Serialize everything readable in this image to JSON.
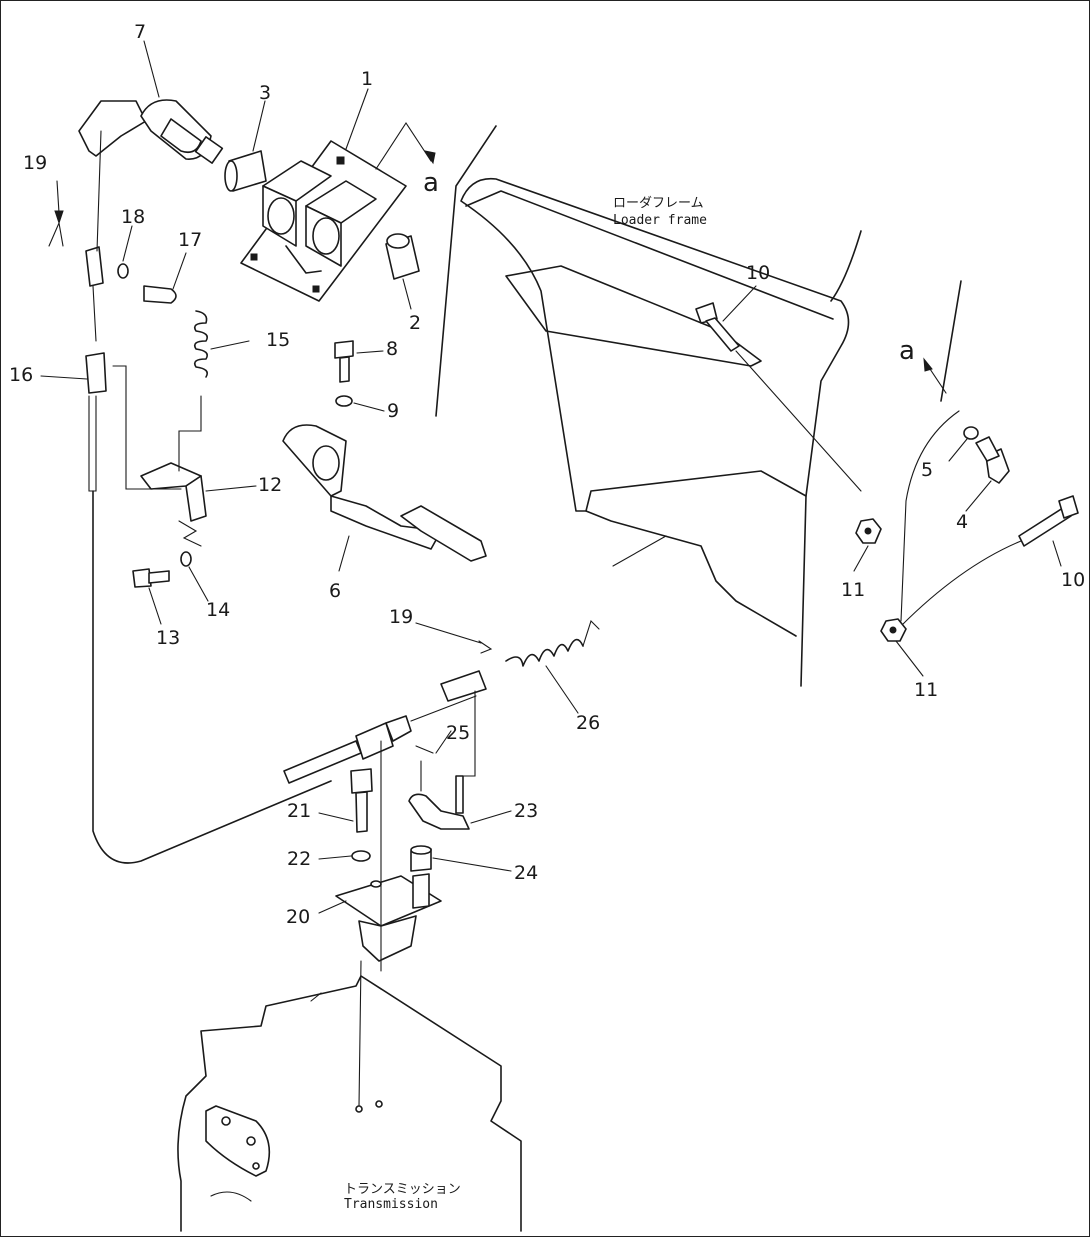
{
  "callouts": {
    "c1": "1",
    "c2": "2",
    "c3": "3",
    "c4": "4",
    "c5": "5",
    "c6": "6",
    "c7": "7",
    "c8": "8",
    "c9": "9",
    "c10a": "10",
    "c10b": "10",
    "c11a": "11",
    "c11b": "11",
    "c12": "12",
    "c13": "13",
    "c14": "14",
    "c15": "15",
    "c16": "16",
    "c17": "17",
    "c18": "18",
    "c19a": "19",
    "c19b": "19",
    "c20": "20",
    "c21": "21",
    "c22": "22",
    "c23": "23",
    "c24": "24",
    "c25": "25",
    "c26": "26"
  },
  "view_markers": {
    "a_upper": "a",
    "a_right": "a"
  },
  "labels": {
    "loader_frame_jp": "ローダフレーム",
    "loader_frame_en": "Loader frame",
    "transmission_jp": "トランスミッション",
    "transmission_en": "Transmission"
  }
}
